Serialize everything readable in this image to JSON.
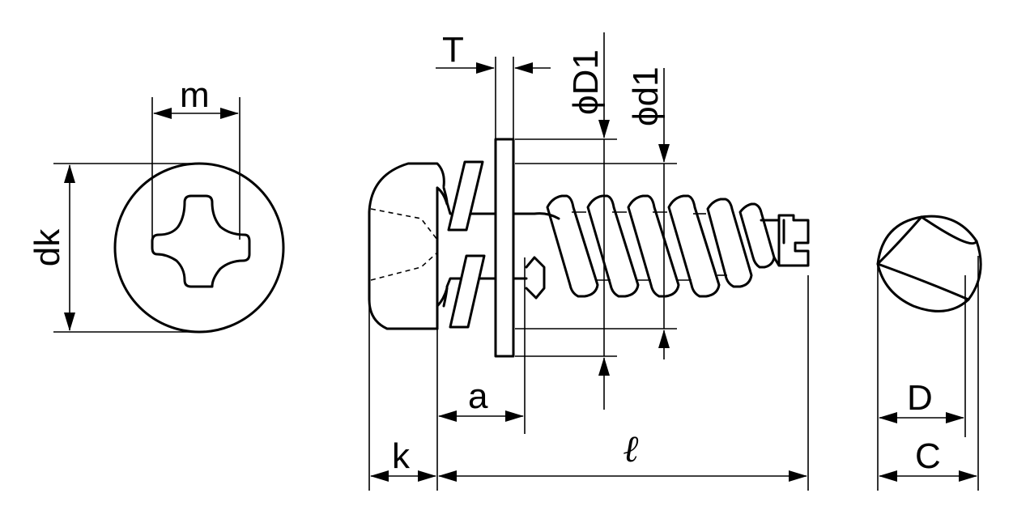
{
  "labels": {
    "m": "m",
    "dk": "dk",
    "T": "T",
    "phi_D1": "ϕD1",
    "phi_d1": "ϕd1",
    "a": "a",
    "k": "k",
    "l": "ℓ",
    "D": "D",
    "C": "C"
  }
}
